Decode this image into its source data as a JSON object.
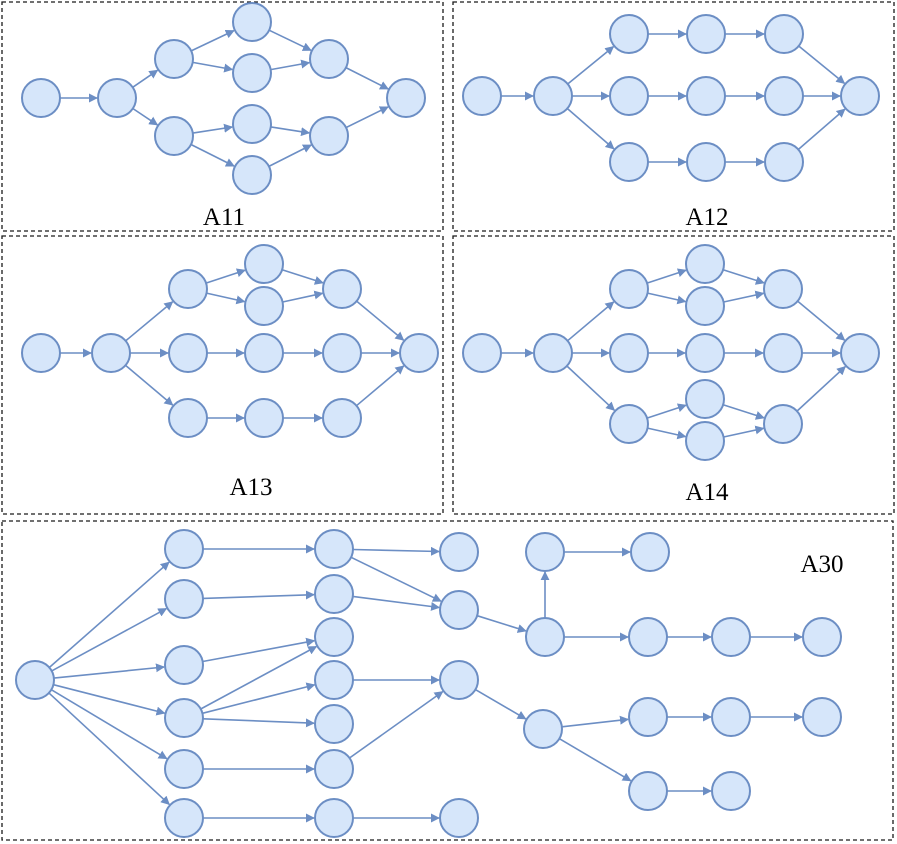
{
  "panels": [
    {
      "label": "A11",
      "edges": [
        [
          "n1",
          "n2"
        ],
        [
          "n2",
          "n3"
        ],
        [
          "n2",
          "n4"
        ],
        [
          "n3",
          "n5"
        ],
        [
          "n3",
          "n6"
        ],
        [
          "n4",
          "n7"
        ],
        [
          "n4",
          "n8"
        ],
        [
          "n5",
          "n9"
        ],
        [
          "n6",
          "n9"
        ],
        [
          "n7",
          "n10"
        ],
        [
          "n8",
          "n10"
        ],
        [
          "n9",
          "n11"
        ],
        [
          "n10",
          "n11"
        ]
      ]
    },
    {
      "label": "A12",
      "edges": [
        [
          "n1",
          "n2"
        ],
        [
          "n2",
          "n3"
        ],
        [
          "n2",
          "n4"
        ],
        [
          "n2",
          "n5"
        ],
        [
          "n3",
          "n6"
        ],
        [
          "n6",
          "n9"
        ],
        [
          "n4",
          "n7"
        ],
        [
          "n7",
          "n10"
        ],
        [
          "n5",
          "n8"
        ],
        [
          "n8",
          "n11"
        ],
        [
          "n9",
          "n12"
        ],
        [
          "n10",
          "n12"
        ],
        [
          "n11",
          "n12"
        ]
      ]
    },
    {
      "label": "A13",
      "edges": [
        [
          "n1",
          "n2"
        ],
        [
          "n2",
          "n3"
        ],
        [
          "n2",
          "n4"
        ],
        [
          "n2",
          "n5"
        ],
        [
          "n3",
          "n6"
        ],
        [
          "n3",
          "n7"
        ],
        [
          "n6",
          "n8"
        ],
        [
          "n7",
          "n8"
        ],
        [
          "n4",
          "n9"
        ],
        [
          "n9",
          "n10"
        ],
        [
          "n5",
          "n11"
        ],
        [
          "n11",
          "n12"
        ],
        [
          "n8",
          "n13"
        ],
        [
          "n10",
          "n13"
        ],
        [
          "n12",
          "n13"
        ]
      ]
    },
    {
      "label": "A14",
      "edges": [
        [
          "n1",
          "n2"
        ],
        [
          "n2",
          "n3"
        ],
        [
          "n2",
          "n4"
        ],
        [
          "n2",
          "n5"
        ],
        [
          "n3",
          "n6"
        ],
        [
          "n3",
          "n7"
        ],
        [
          "n6",
          "n8"
        ],
        [
          "n7",
          "n8"
        ],
        [
          "n4",
          "n9"
        ],
        [
          "n9",
          "n10"
        ],
        [
          "n5",
          "n11"
        ],
        [
          "n5",
          "n12"
        ],
        [
          "n11",
          "n13"
        ],
        [
          "n12",
          "n13"
        ],
        [
          "n8",
          "n14"
        ],
        [
          "n10",
          "n14"
        ],
        [
          "n13",
          "n14"
        ]
      ]
    },
    {
      "label": "A30",
      "edges": [
        [
          "r",
          "a1"
        ],
        [
          "r",
          "a2"
        ],
        [
          "r",
          "a3"
        ],
        [
          "r",
          "a4"
        ],
        [
          "r",
          "a5"
        ],
        [
          "r",
          "a6"
        ],
        [
          "a1",
          "b1"
        ],
        [
          "a2",
          "b2"
        ],
        [
          "a3",
          "b3"
        ],
        [
          "a4",
          "b3"
        ],
        [
          "a4",
          "b4"
        ],
        [
          "a4",
          "b5"
        ],
        [
          "a5",
          "b6"
        ],
        [
          "a6",
          "b7"
        ],
        [
          "b1",
          "c1"
        ],
        [
          "b1",
          "c2"
        ],
        [
          "b2",
          "c2"
        ],
        [
          "b4",
          "c3"
        ],
        [
          "b6",
          "c3"
        ],
        [
          "b7",
          "c4"
        ],
        [
          "c2",
          "d1"
        ],
        [
          "d1",
          "d2"
        ],
        [
          "d2",
          "d3"
        ],
        [
          "d1",
          "e1"
        ],
        [
          "e1",
          "e2"
        ],
        [
          "e2",
          "e3"
        ],
        [
          "c3",
          "f1"
        ],
        [
          "f1",
          "g1"
        ],
        [
          "g1",
          "g2"
        ],
        [
          "g2",
          "g3"
        ],
        [
          "f1",
          "h1"
        ],
        [
          "h1",
          "h2"
        ]
      ]
    }
  ]
}
